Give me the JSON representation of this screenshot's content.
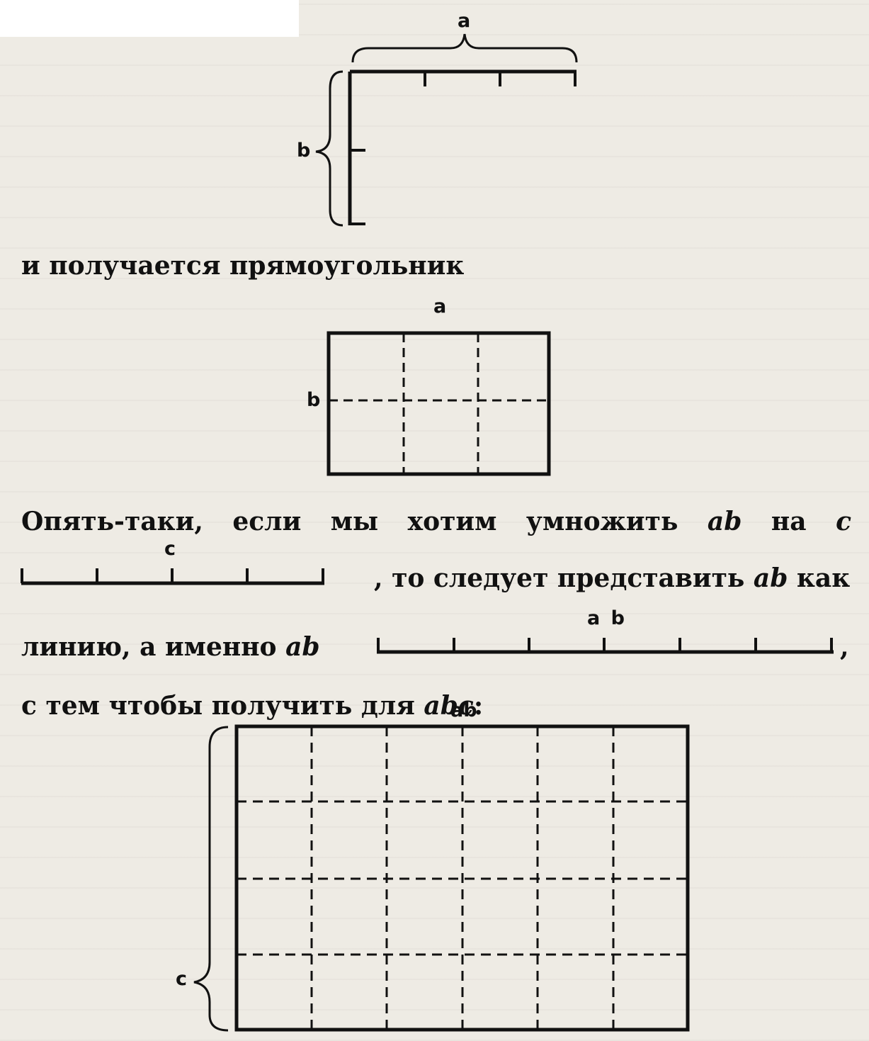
{
  "labels": {
    "fig1_top": "a",
    "fig1_left": "b",
    "fig2_top": "a",
    "fig2_left": "b",
    "fig3_top": "c",
    "fig4_top": "a b",
    "fig5_top": "ab",
    "fig5_left": "c"
  },
  "text": {
    "line1": "и получается прямоугольник",
    "line2": {
      "w1": "Опять-таки,",
      "w2": "если",
      "w3": "мы",
      "w4": "хотим",
      "w5": "умножить",
      "w6": "ab",
      "w7": "на",
      "w8": "c"
    },
    "line3": {
      "prefix": ", то следует представить ",
      "var": "ab",
      "suffix": " как"
    },
    "line4": {
      "prefix": "линию, а именно ",
      "var": "ab",
      "end": ","
    },
    "line5": {
      "prefix": "с тем чтобы получить для ",
      "var": "abc",
      "suffix": ":"
    }
  }
}
